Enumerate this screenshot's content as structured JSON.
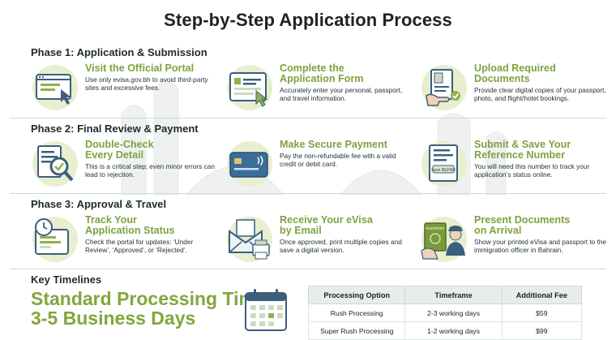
{
  "page": {
    "title": "Step-by-Step Application Process"
  },
  "phases": [
    {
      "title": "Phase 1: Application & Submission",
      "steps": [
        {
          "title_lines": [
            "Visit the Official Portal"
          ],
          "desc": "Use only evisa.gov.bh to avoid third-party sites and excessive fees.",
          "icon": "browser-cursor-icon"
        },
        {
          "title_lines": [
            "Complete the",
            "Application Form"
          ],
          "desc": "Accurately enter your personal, passport, and travel information.",
          "icon": "form-cursor-icon"
        },
        {
          "title_lines": [
            "Upload Required",
            "Documents"
          ],
          "desc": "Provide clear digital copies of your passport, photo, and flight/hotel bookings.",
          "icon": "passport-upload-icon"
        }
      ]
    },
    {
      "title": "Phase 2: Final Review & Payment",
      "steps": [
        {
          "title_lines": [
            "Double-Check",
            "Every Detail"
          ],
          "desc": "This is a critical step; even minor errors can lead to rejection.",
          "icon": "magnifier-document-icon"
        },
        {
          "title_lines": [
            "Make Secure Payment"
          ],
          "desc": "Pay the non-refundable fee with a valid credit or debit card.",
          "icon": "credit-card-icon"
        },
        {
          "title_lines": [
            "Submit & Save Your",
            "Reference Number"
          ],
          "desc": "You will need this number to track your application’s status online.",
          "icon": "save-reference-icon",
          "icon_text": "Save REFNO"
        }
      ]
    },
    {
      "title": "Phase 3: Approval & Travel",
      "steps": [
        {
          "title_lines": [
            "Track Your",
            "Application Status"
          ],
          "desc": "Check the portal for updates: ‘Under Review’, ‘Approved’, or ‘Rejected’.",
          "icon": "status-clock-icon"
        },
        {
          "title_lines": [
            "Receive Your eVisa",
            "by Email"
          ],
          "desc": "Once approved, print multiple copies and save a digital version.",
          "icon": "envelope-printer-icon"
        },
        {
          "title_lines": [
            "Present Documents",
            "on Arrival"
          ],
          "desc": "Show your printed eVisa and passport to the immigration officer in Bahrain.",
          "icon": "passport-officer-icon",
          "icon_text": "PASSPORT"
        }
      ]
    }
  ],
  "timelines": {
    "title": "Key Timelines",
    "standard_line1": "Standard Processing Time:",
    "standard_line2": "3-5 Business Days",
    "table": {
      "headers": [
        "Processing Option",
        "Timeframe",
        "Additional Fee"
      ],
      "rows": [
        [
          "Rush Processing",
          "2-3 working days",
          "$59"
        ],
        [
          "Super Rush Processing",
          "1-2 working days",
          "$99"
        ]
      ]
    }
  },
  "colors": {
    "accent": "#7ea240",
    "icon_circle": "#e7efd0",
    "blue": "#3b5f7c",
    "divider": "#d2d9d6"
  }
}
